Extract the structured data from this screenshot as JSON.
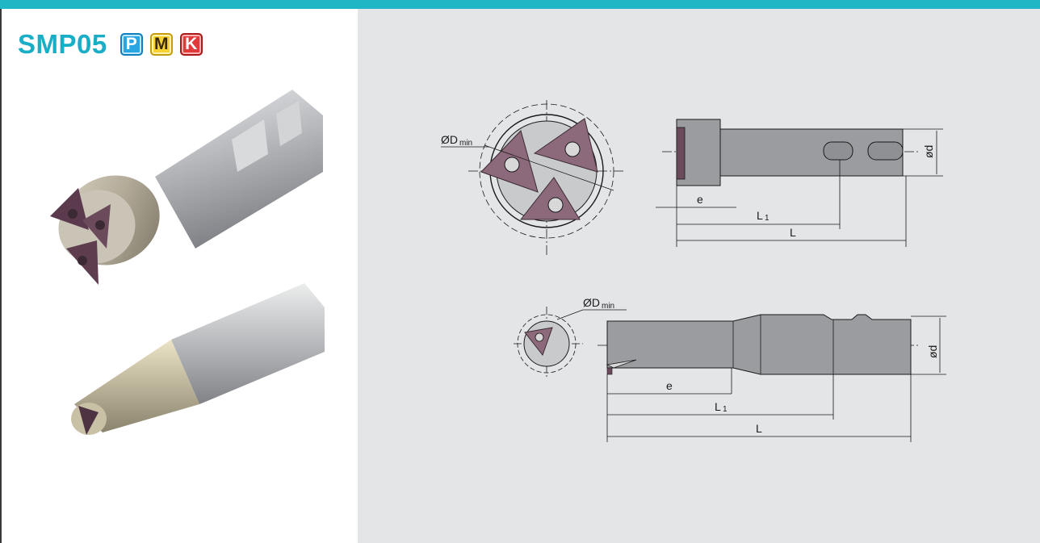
{
  "product": {
    "title": "SMP05",
    "materials": [
      {
        "label": "P",
        "color": "#2aa5e3"
      },
      {
        "label": "M",
        "color": "#f8d233"
      },
      {
        "label": "K",
        "color": "#e23a3a"
      }
    ]
  },
  "photos": [
    {
      "name": "end mill with three inserts"
    },
    {
      "name": "solid shank tool with single insert"
    }
  ],
  "drawing1": {
    "dmin_label": "ØD",
    "dmin_sub": "min",
    "d_label": "ød",
    "e_label": "e",
    "l1_label": "L",
    "l1_sub": "1",
    "l_label": "L"
  },
  "drawing2": {
    "dmin_label": "ØD",
    "dmin_sub": "min",
    "d_label": "ød",
    "e_label": "e",
    "l1_label": "L",
    "l1_sub": "1",
    "l_label": "L"
  },
  "colors": {
    "accent": "#1fb6c6",
    "title": "#1aaec6",
    "panel_bg": "#e4e5e7",
    "insert": "#8d6a7b",
    "body": "#9a9ca0"
  }
}
